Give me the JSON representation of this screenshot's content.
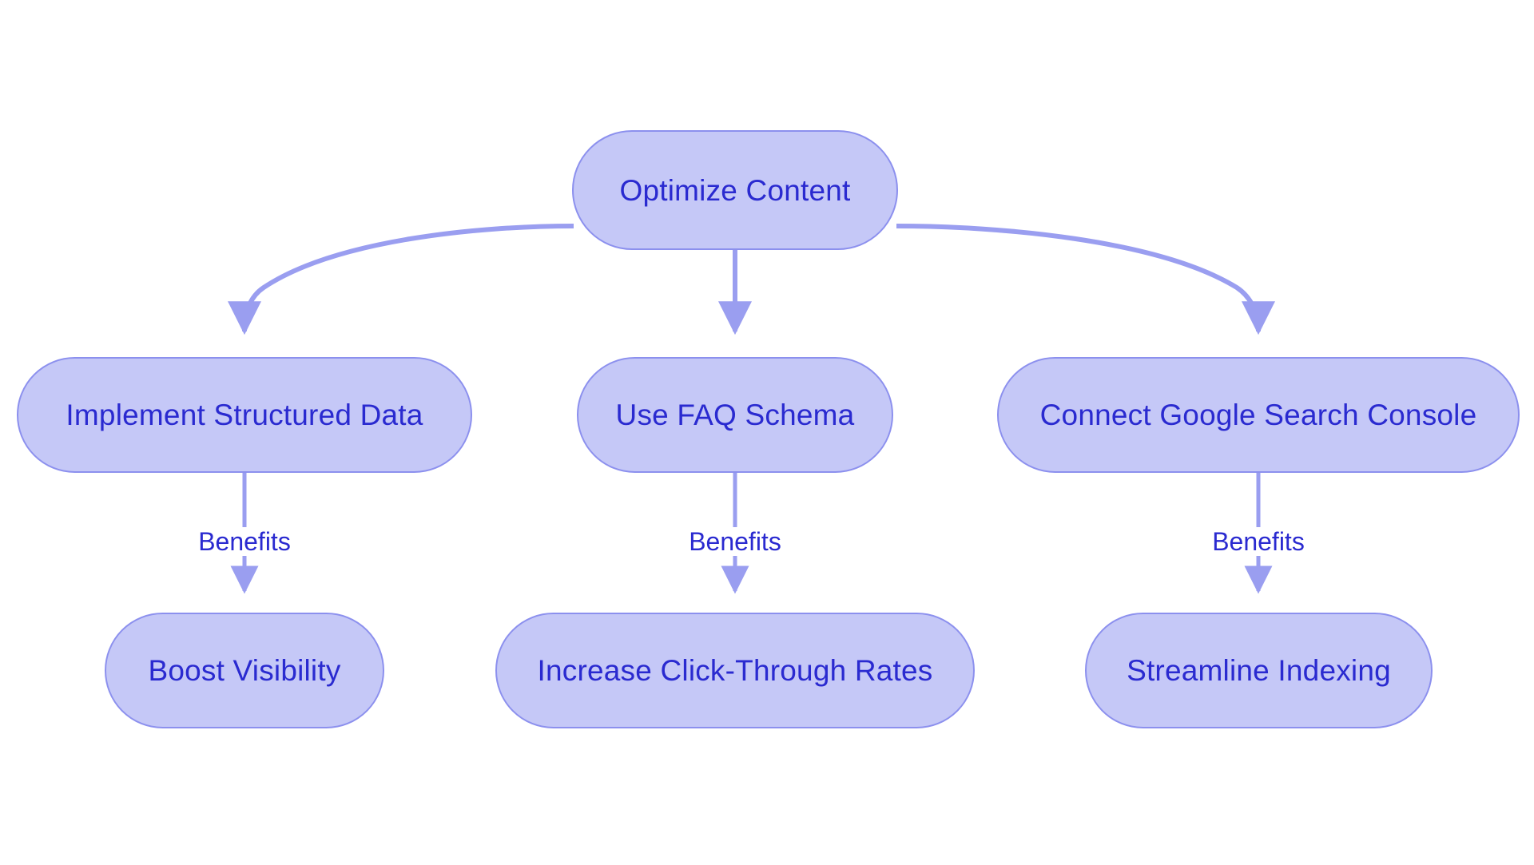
{
  "diagram": {
    "type": "flowchart",
    "direction": "top-down",
    "background_color": "#ffffff",
    "node_fill_color": "#c5c8f7",
    "node_border_color": "#8c90ee",
    "node_text_color": "#2a2ad0",
    "edge_color": "#9a9ef0",
    "edge_label_text_color": "#2a2ad0",
    "nodes": [
      {
        "id": "optimize-content",
        "label": "Optimize Content",
        "level": 1,
        "column": "center"
      },
      {
        "id": "implement-structured-data",
        "label": "Implement Structured Data",
        "level": 2,
        "column": "left"
      },
      {
        "id": "use-faq-schema",
        "label": "Use FAQ Schema",
        "level": 2,
        "column": "center"
      },
      {
        "id": "connect-google-search-console",
        "label": "Connect Google Search Console",
        "level": 2,
        "column": "right"
      },
      {
        "id": "boost-visibility",
        "label": "Boost Visibility",
        "level": 3,
        "column": "left"
      },
      {
        "id": "increase-click-through-rates",
        "label": "Increase Click-Through Rates",
        "level": 3,
        "column": "center"
      },
      {
        "id": "streamline-indexing",
        "label": "Streamline Indexing",
        "level": 3,
        "column": "right"
      }
    ],
    "edges": [
      {
        "id": "edge-optimize-to-structured",
        "from": "optimize-content",
        "to": "implement-structured-data",
        "label": ""
      },
      {
        "id": "edge-optimize-to-faq",
        "from": "optimize-content",
        "to": "use-faq-schema",
        "label": ""
      },
      {
        "id": "edge-optimize-to-console",
        "from": "optimize-content",
        "to": "connect-google-search-console",
        "label": ""
      },
      {
        "id": "edge-structured-to-visibility",
        "from": "implement-structured-data",
        "to": "boost-visibility",
        "label": "Benefits"
      },
      {
        "id": "edge-faq-to-ctr",
        "from": "use-faq-schema",
        "to": "increase-click-through-rates",
        "label": "Benefits"
      },
      {
        "id": "edge-console-to-indexing",
        "from": "connect-google-search-console",
        "to": "streamline-indexing",
        "label": "Benefits"
      }
    ],
    "edge_labels": {
      "left": "Benefits",
      "center": "Benefits",
      "right": "Benefits"
    }
  }
}
